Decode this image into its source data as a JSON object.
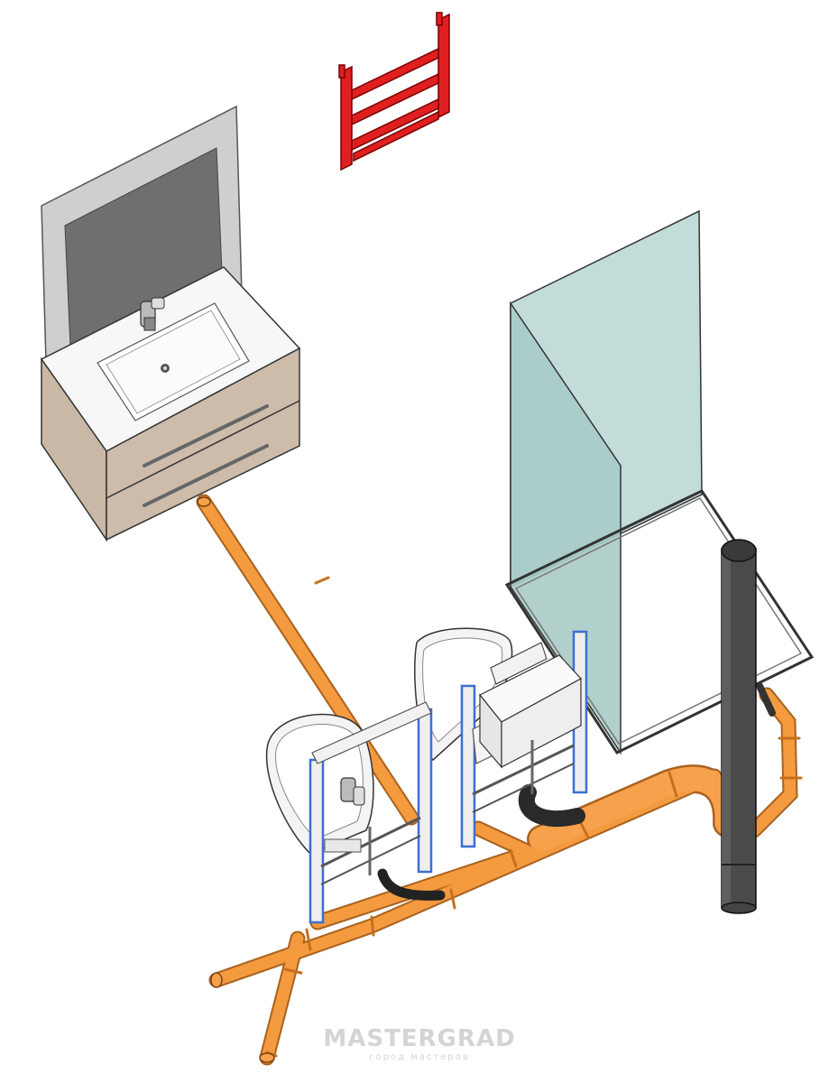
{
  "watermark": {
    "title": "MASTERGRAD",
    "subtitle": "город мастеров"
  },
  "colors": {
    "drain_pipe": "#f49a3f",
    "drain_pipe_dark": "#c76f1c",
    "vent_stack": "#4a4a4a",
    "towel_rail": "#e02020",
    "glass": "#b7d6d2",
    "cabinet_front": "#c9b8a6",
    "mirror": "#6f6f6f",
    "frame_blue": "#3d6fd1"
  },
  "objects": [
    "heated-towel-rail",
    "mirror",
    "vanity-cabinet-with-washbasin",
    "glass-shower-screen",
    "shower-tray",
    "vent-stack",
    "toilet-installation-frame",
    "bidet-installation-frame",
    "wall-hung-toilet",
    "wall-hung-bidet",
    "drain-pipe-network"
  ]
}
